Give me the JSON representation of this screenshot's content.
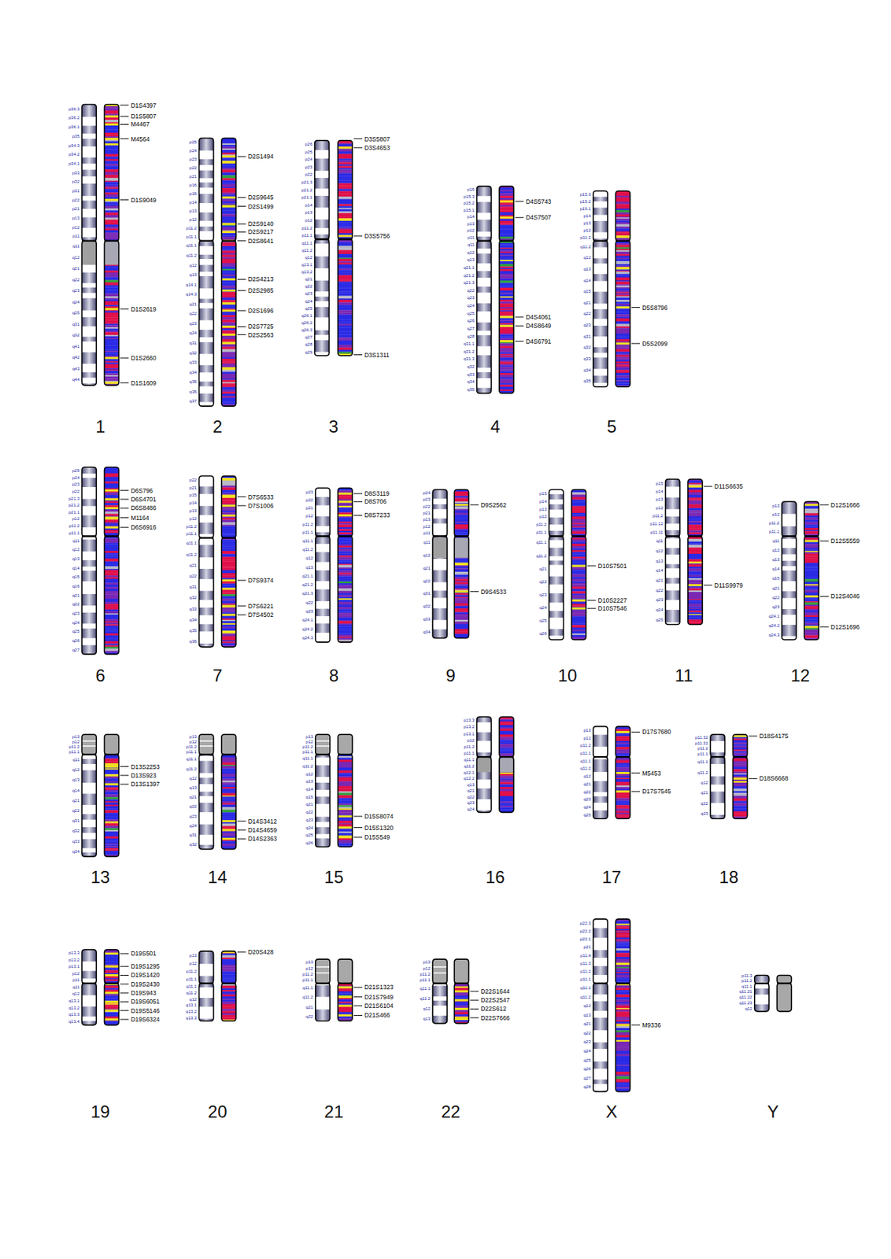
{
  "diagram": {
    "labels": [
      "p36.3",
      "p36.2",
      "p36.1",
      "p35",
      "p34.3",
      "p34.2",
      "p34.1",
      "p33",
      "p32",
      "p31",
      "p22",
      "p21",
      "p13",
      "p12",
      "p11",
      "q11",
      "q12",
      "q21",
      "q22",
      "q23",
      "q24",
      "q25",
      "q31",
      "q32",
      "q41",
      "q42",
      "q43",
      "q44",
      "D1S4397",
      "D1S5807",
      "M4467",
      "M4564",
      "D1S9049",
      "D1S2619",
      "D1S2660",
      "D1S1609",
      "1",
      "p25",
      "p24",
      "p23",
      "p22",
      "p21",
      "p16",
      "p15",
      "p14",
      "p13",
      "p12",
      "p11.2",
      "p11.1",
      "q11.1",
      "q11.2",
      "q12",
      "q13",
      "q14.1",
      "q14.3",
      "q21",
      "q22",
      "q23",
      "q24",
      "q31",
      "q32",
      "q33",
      "q34",
      "q35",
      "q36",
      "q37",
      "D2S1494",
      "D2S9645",
      "D2S1499",
      "D2S9140",
      "D2S9217",
      "D2S8641",
      "D2S4213",
      "D2S2985",
      "D2S1696",
      "D2S7725",
      "D2S2563",
      "2",
      "p26",
      "p25",
      "p24",
      "p23",
      "p22",
      "p21.3",
      "p21.2",
      "p21.1",
      "p14",
      "p13",
      "p12",
      "p11.2",
      "p11.1",
      "q11.1",
      "q11.2",
      "q12",
      "q13.1",
      "q13.2",
      "q21",
      "q22",
      "q23",
      "q24",
      "q25",
      "q26.1",
      "q26.2",
      "q26.3",
      "q27",
      "q28",
      "q29",
      "D3S5807",
      "D3S4653",
      "D3S5756",
      "D3S1311",
      "3",
      "p16",
      "p15.3",
      "p15.2",
      "p15.1",
      "p14",
      "p13",
      "p12",
      "p11",
      "q11",
      "q12",
      "q13",
      "q21.1",
      "q21.2",
      "q21.3",
      "q22",
      "q23",
      "q24",
      "q25",
      "q26",
      "q27",
      "q28",
      "q31.1",
      "q31.2",
      "q31.3",
      "q32",
      "q33",
      "q34",
      "q35",
      "D4S5743",
      "D4S7507",
      "D4S4061",
      "D4S8649",
      "D4S6791",
      "4",
      "p15.3",
      "p15.2",
      "p15.1",
      "p14",
      "p13",
      "p12",
      "p11.2",
      "q11.2",
      "q12",
      "q13",
      "q14",
      "q15",
      "q21",
      "q22",
      "q23",
      "q31",
      "q32",
      "q33",
      "q34",
      "q35",
      "D5S8796",
      "D5S2099",
      "5",
      "p25",
      "p24",
      "p23",
      "p22",
      "p21.3",
      "p21.2",
      "p21.1",
      "p12",
      "p11.2",
      "p11.1",
      "q11",
      "q12",
      "q13",
      "q14",
      "q15",
      "q16",
      "q21",
      "q22",
      "q23",
      "q24",
      "q25",
      "q26",
      "q27",
      "D6S796",
      "D6S4701",
      "D6S8486",
      "M1164",
      "D6S6916",
      "6",
      "p22",
      "p21",
      "p15",
      "p14",
      "p13",
      "p12",
      "p11.2",
      "p11.1",
      "q11.1",
      "q11.2",
      "q21",
      "q22",
      "q31",
      "q32",
      "q33",
      "q34",
      "q35",
      "q36",
      "D7S6533",
      "D7S1006",
      "D7S9374",
      "D7S6221",
      "D7S4502",
      "7",
      "p23",
      "p22",
      "p21",
      "p12",
      "p11.2",
      "p11.1",
      "q11.1",
      "q11.2",
      "q12",
      "q13",
      "q21.1",
      "q21.2",
      "q21.3",
      "q22",
      "q23",
      "q24.1",
      "q24.2",
      "q24.3",
      "D8S3119",
      "D8S706",
      "D8S7233",
      "8",
      "p24",
      "p23",
      "p22",
      "p21",
      "p13",
      "p12",
      "p11",
      "q11",
      "q12",
      "q21",
      "q22",
      "q31",
      "q32",
      "q33",
      "q34",
      "D9S2562",
      "D9S4533",
      "9",
      "p15",
      "p14",
      "p13",
      "p12",
      "p11.2",
      "p11.1",
      "q11.1",
      "q11.2",
      "q21",
      "q22",
      "q23",
      "q24",
      "q25",
      "q26",
      "D10S7501",
      "D10S2227",
      "D10S7546",
      "10",
      "p15",
      "p14",
      "p13",
      "p12",
      "p11.2",
      "p11.12",
      "p11.11",
      "q11",
      "q12",
      "q13",
      "q14",
      "q21",
      "q22",
      "q23",
      "q24",
      "q25",
      "D11S6635",
      "D11S9979",
      "11",
      "p13",
      "p12",
      "p11.2",
      "p11.1",
      "q11",
      "q12",
      "q13",
      "q14",
      "q15",
      "q21",
      "q22",
      "q23",
      "q24.1",
      "q24.2",
      "q24.3",
      "D12S1666",
      "D12S5559",
      "D12S4046",
      "D12S1696",
      "12",
      "p13",
      "p12",
      "p11.2",
      "p11.1",
      "q11",
      "q12",
      "q13",
      "q14",
      "q21",
      "q22",
      "q31",
      "q32",
      "q33",
      "q34",
      "D13S2253",
      "D13S923",
      "D13S1397",
      "13",
      "p13",
      "p12",
      "p11.2",
      "p11.1",
      "q11.1",
      "q11.2",
      "q12",
      "q13",
      "q21",
      "q22",
      "q23",
      "q24",
      "q31",
      "q32",
      "D14S3412",
      "D14S4659",
      "D14S2363",
      "14",
      "p13",
      "p12",
      "p11.2",
      "p11.1",
      "q11.1",
      "q11.2",
      "q12",
      "q13",
      "q14",
      "q15",
      "q21",
      "q22",
      "q23",
      "q24",
      "q25",
      "q26",
      "D15S8074",
      "D15S1320",
      "D15S549",
      "15",
      "p13.3",
      "p13.2",
      "p13.1",
      "p12",
      "p11.2",
      "p11.1",
      "q11.1",
      "q11.2",
      "q12.1",
      "q12.2",
      "q13",
      "q21",
      "q22",
      "q23",
      "q24",
      "16",
      "p13",
      "p12",
      "p11.2",
      "p11.1",
      "q11.1",
      "q11.2",
      "q12",
      "q21",
      "q22",
      "q23",
      "q24",
      "q25",
      "D17S7680",
      "M5453",
      "D17S7545",
      "17",
      "p11.32",
      "p11.31",
      "p11.2",
      "p11.1",
      "q11.1",
      "q11.2",
      "q12",
      "q21",
      "q22",
      "q23",
      "D18S4175",
      "D18S6668",
      "18",
      "p13.3",
      "p13.2",
      "p13.1",
      "p12",
      "p11",
      "q11",
      "q12",
      "q13.1",
      "q13.2",
      "q13.3",
      "q13.4",
      "D19S501",
      "D19S1295",
      "D19S1420",
      "D19S2430",
      "D19S943",
      "D19S6051",
      "D19S5146",
      "D19S6324",
      "19",
      "p13",
      "p12",
      "p11.2",
      "p11.1",
      "q11.1",
      "q11.2",
      "q12",
      "q13.1",
      "q13.2",
      "q13.3",
      "D20S428",
      "20",
      "p13",
      "p12",
      "p11.2",
      "p11.1",
      "q11.1",
      "q11.2",
      "q21",
      "q22",
      "D21S1323",
      "D21S7949",
      "D21S6104",
      "D21S466",
      "21",
      "p13",
      "p12",
      "p11.2",
      "p11.1",
      "q11.1",
      "q11.2",
      "q12",
      "q13",
      "D22S1644",
      "D22S2547",
      "D22S612",
      "D22S7666",
      "22",
      "p22.3",
      "p22.2",
      "p22.1",
      "p21",
      "p11.4",
      "p11.3",
      "p11.2",
      "p11.1",
      "q11.1",
      "q11.2",
      "q12",
      "q13",
      "q21",
      "q22",
      "q23",
      "q24",
      "q25",
      "q26",
      "q27",
      "q28",
      "M9336",
      "X",
      "p11.3",
      "p11.2",
      "q11.1",
      "q11.21",
      "q11.22",
      "q11.23",
      "q12",
      "Y"
    ]
  }
}
